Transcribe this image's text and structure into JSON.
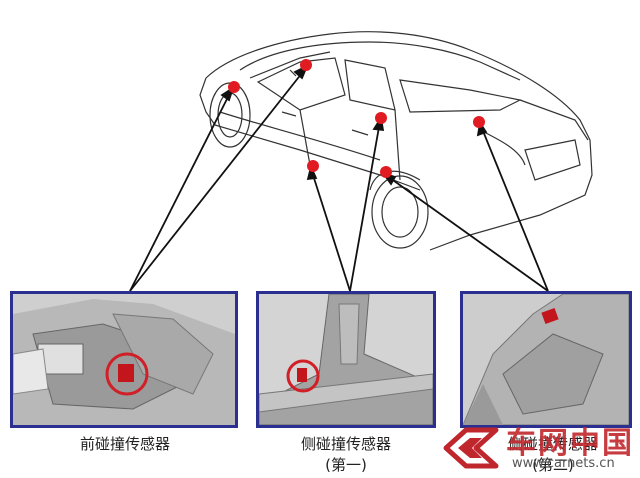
{
  "captions": {
    "front_sensor": "前碰撞传感器",
    "side_sensor": "侧碰撞传感器",
    "side_sensor_sub": "(第一)",
    "rear_sensor": "侧碰撞传感器",
    "rear_sensor_sub": "(第二)"
  },
  "watermark": {
    "brand": "车网中国",
    "url": "www.carnets.cn"
  },
  "colors": {
    "sensor_dot": "#e11b22",
    "panel_border": "#2b2f8f",
    "arrow": "#111111",
    "watermark": "#c0272d"
  }
}
